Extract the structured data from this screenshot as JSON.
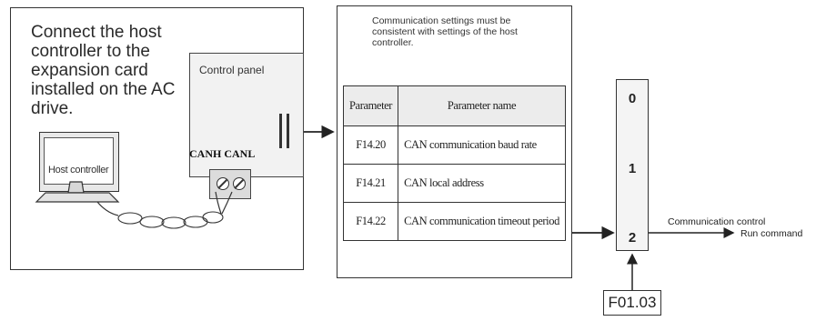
{
  "left_panel": {
    "intro_text": "Connect the host controller to the expansion card installed on the AC drive.",
    "control_panel_label": "Control panel",
    "can_labels": "CANH CANL",
    "host_controller_label": "Host controller"
  },
  "mid_panel": {
    "note": "Communication settings must be consistent with settings of the host controller.",
    "table": {
      "headers": [
        "Parameter",
        "Parameter name"
      ],
      "rows": [
        {
          "code": "F14.20",
          "name": "CAN communication baud rate"
        },
        {
          "code": "F14.21",
          "name": "CAN local address"
        },
        {
          "code": "F14.22",
          "name": "CAN communication timeout period"
        }
      ]
    }
  },
  "selector": {
    "positions": [
      "0",
      "1",
      "2"
    ],
    "parameter": "F01.03"
  },
  "output": {
    "line1": "Communication control",
    "line2": "Run command"
  }
}
